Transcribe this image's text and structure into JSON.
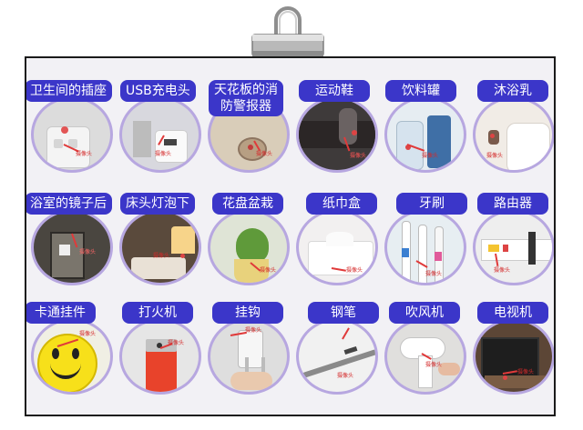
{
  "tiles": [
    {
      "label": "卫生间的插座",
      "tag": "摄像头"
    },
    {
      "label": "USB充电头",
      "tag": "摄像头"
    },
    {
      "label": "天花板的消防警报器",
      "tag": "摄像头"
    },
    {
      "label": "运动鞋",
      "tag": "摄像头"
    },
    {
      "label": "饮料罐",
      "tag": "摄像头"
    },
    {
      "label": "沐浴乳",
      "tag": "摄像头"
    },
    {
      "label": "浴室的镜子后",
      "tag": "摄像头"
    },
    {
      "label": "床头灯泡下",
      "tag": "摄像头"
    },
    {
      "label": "花盘盆栽",
      "tag": "摄像头"
    },
    {
      "label": "纸巾盒",
      "tag": "摄像头"
    },
    {
      "label": "牙刷",
      "tag": "摄像头"
    },
    {
      "label": "路由器",
      "tag": "摄像头"
    },
    {
      "label": "卡通挂件",
      "tag": "摄像头"
    },
    {
      "label": "打火机",
      "tag": "摄像头"
    },
    {
      "label": "挂钩",
      "tag": "摄像头"
    },
    {
      "label": "钢笔",
      "tag": "摄像头"
    },
    {
      "label": "吹风机",
      "tag": "摄像头"
    },
    {
      "label": "电视机",
      "tag": "摄像头"
    }
  ],
  "colors": {
    "label_bg": "#3b36c9",
    "circle_border": "#b7a7e0",
    "pointer": "#e03a3a"
  }
}
